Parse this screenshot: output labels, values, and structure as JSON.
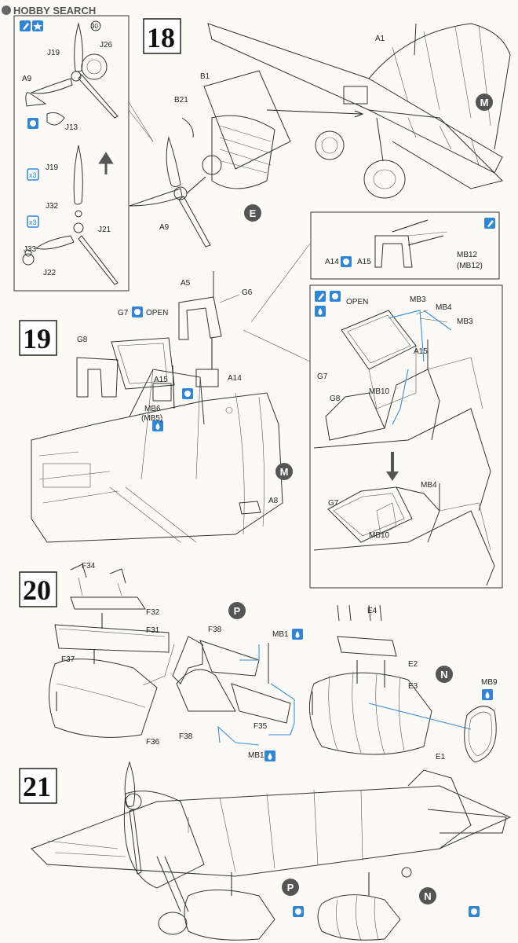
{
  "watermark": {
    "text": "HOBBY SEARCH"
  },
  "steps": [
    {
      "number": "18",
      "circles": [
        "M",
        "E"
      ]
    },
    {
      "number": "19",
      "circles": [
        "M"
      ]
    },
    {
      "number": "20",
      "circles": [
        "P",
        "N"
      ]
    },
    {
      "number": "21",
      "circles": [
        "P",
        "N"
      ]
    }
  ],
  "labels": {
    "s18_inset": [
      "30",
      "J19",
      "J26",
      "A9",
      "J13",
      "J19",
      "J32",
      "J21",
      "J33",
      "J22"
    ],
    "s18_main": [
      "A1",
      "B1",
      "B21",
      "A9"
    ],
    "s18_subinset": [
      "A14",
      "A15",
      "MB12",
      "(MB12)"
    ],
    "s19_main": [
      "A5",
      "G6",
      "G7",
      "OPEN",
      "G8",
      "A15",
      "A14",
      "MB6",
      "(MB5)",
      "A8"
    ],
    "s19_inset": [
      "OPEN",
      "MB3",
      "MB4",
      "MB3",
      "A15",
      "G7",
      "G8",
      "MB10",
      "MB4",
      "G7",
      "MB10"
    ],
    "s20": [
      "F34",
      "F32",
      "F31",
      "F38",
      "MB1",
      "F37",
      "F38",
      "F35",
      "MB1",
      "F36",
      "E4",
      "E2",
      "E3",
      "MB9",
      "E1"
    ]
  },
  "icons": [
    "paint-icon",
    "star-icon",
    "glue-icon",
    "times-three-icon",
    "cement-icon"
  ]
}
